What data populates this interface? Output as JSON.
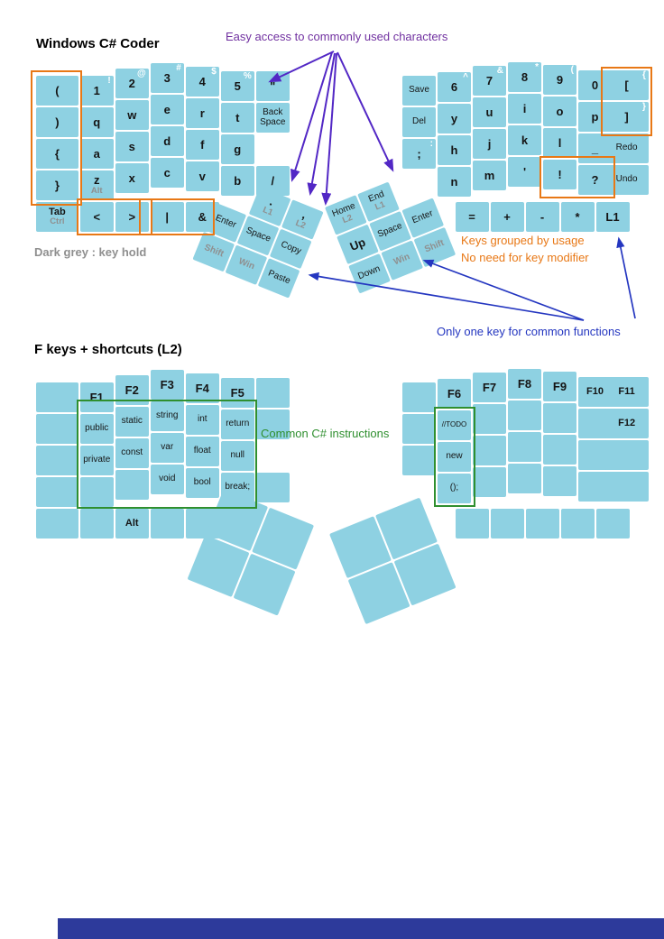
{
  "titles": {
    "main": "Windows C# Coder",
    "l2": "F keys + shortcuts (L2)"
  },
  "annotations": {
    "easy_access": "Easy access to commonly used characters",
    "dark_grey": "Dark grey : key hold",
    "grouped_usage": "Keys grouped by usage",
    "no_modifier": "No need for key modifier",
    "one_key": "Only one key for common functions",
    "common_cs": "Common C# instructions"
  },
  "colors": {
    "key_fill": "#8ed1e2",
    "hold_text": "#8f8f8f",
    "shift_char": "#ffffff",
    "purple": "#7030a0",
    "arrow_purple": "#5227c5",
    "blue": "#2436c0",
    "orange": "#e87816",
    "green": "#2f8f2f",
    "footer_bar": "#2d3a9b"
  },
  "sections": {
    "main_left": {
      "keys": [
        {
          "c": 0,
          "r": 0,
          "w": 1.25,
          "label": "("
        },
        {
          "c": 1.25,
          "r": 0,
          "label": "1",
          "sub": "!"
        },
        {
          "c": 2.25,
          "r": 0,
          "label": "2",
          "sub": "@"
        },
        {
          "c": 3.25,
          "r": 0,
          "label": "3",
          "sub": "#"
        },
        {
          "c": 4.25,
          "r": 0,
          "label": "4",
          "sub": "$"
        },
        {
          "c": 5.25,
          "r": 0,
          "label": "5",
          "sub": "%"
        },
        {
          "c": 6.25,
          "r": 0,
          "label": "\""
        },
        {
          "c": 0,
          "r": 1,
          "w": 1.25,
          "label": ")"
        },
        {
          "c": 1.25,
          "r": 1,
          "label": "q"
        },
        {
          "c": 2.25,
          "r": 1,
          "label": "w"
        },
        {
          "c": 3.25,
          "r": 1,
          "label": "e"
        },
        {
          "c": 4.25,
          "r": 1,
          "label": "r"
        },
        {
          "c": 5.25,
          "r": 1,
          "label": "t"
        },
        {
          "c": 6.25,
          "r": 1,
          "label": "Back Space"
        },
        {
          "c": 0,
          "r": 2,
          "w": 1.25,
          "label": "{"
        },
        {
          "c": 1.25,
          "r": 2,
          "label": "a"
        },
        {
          "c": 2.25,
          "r": 2,
          "label": "s"
        },
        {
          "c": 3.25,
          "r": 2,
          "label": "d"
        },
        {
          "c": 4.25,
          "r": 2,
          "label": "f"
        },
        {
          "c": 5.25,
          "r": 2,
          "label": "g"
        },
        {
          "c": 0,
          "r": 3,
          "w": 1.25,
          "label": "}"
        },
        {
          "c": 1.25,
          "r": 3,
          "label": "z",
          "hold": "Alt"
        },
        {
          "c": 2.25,
          "r": 3,
          "label": "x"
        },
        {
          "c": 3.25,
          "r": 3,
          "label": "c"
        },
        {
          "c": 4.25,
          "r": 3,
          "label": "v"
        },
        {
          "c": 5.25,
          "r": 3,
          "label": "b"
        },
        {
          "c": 6.25,
          "r": 3,
          "label": "/"
        },
        {
          "c": 0,
          "r": 4,
          "w": 1.25,
          "label": "Tab",
          "hold": "Ctrl",
          "bold": true,
          "f": 1
        },
        {
          "c": 1.25,
          "r": 4,
          "label": "<",
          "f": 1
        },
        {
          "c": 2.25,
          "r": 4,
          "label": ">",
          "f": 1
        },
        {
          "c": 3.25,
          "r": 4,
          "label": "|",
          "f": 1
        },
        {
          "c": 4.25,
          "r": 4,
          "label": "&",
          "f": 1
        }
      ]
    },
    "main_right": {
      "keys": [
        {
          "c": 0,
          "r": 0,
          "label": "Save"
        },
        {
          "c": 1,
          "r": 0,
          "label": "6",
          "sub": "^"
        },
        {
          "c": 2,
          "r": 0,
          "label": "7",
          "sub": "&"
        },
        {
          "c": 3,
          "r": 0,
          "label": "8",
          "sub": "*"
        },
        {
          "c": 4,
          "r": 0,
          "label": "9",
          "sub": "("
        },
        {
          "c": 5,
          "r": 0,
          "label": "0",
          "sub": ")"
        },
        {
          "c": 5.75,
          "r": 0,
          "w": 1.3,
          "label": "[",
          "sub": "{"
        },
        {
          "c": 0,
          "r": 1,
          "label": "Del"
        },
        {
          "c": 1,
          "r": 1,
          "label": "y"
        },
        {
          "c": 2,
          "r": 1,
          "label": "u"
        },
        {
          "c": 3,
          "r": 1,
          "label": "i"
        },
        {
          "c": 4,
          "r": 1,
          "label": "o"
        },
        {
          "c": 5,
          "r": 1,
          "label": "p"
        },
        {
          "c": 5.75,
          "r": 1,
          "w": 1.3,
          "label": "]",
          "sub": "}"
        },
        {
          "c": 0,
          "r": 2,
          "label": ";",
          "sub": ":"
        },
        {
          "c": 1,
          "r": 2,
          "label": "h"
        },
        {
          "c": 2,
          "r": 2,
          "label": "j"
        },
        {
          "c": 3,
          "r": 2,
          "label": "k"
        },
        {
          "c": 4,
          "r": 2,
          "label": "l"
        },
        {
          "c": 5,
          "r": 2,
          "label": "_"
        },
        {
          "c": 5.75,
          "r": 2,
          "w": 1.3,
          "label": "Redo"
        },
        {
          "c": 1,
          "r": 3,
          "label": "n"
        },
        {
          "c": 2,
          "r": 3,
          "label": "m"
        },
        {
          "c": 3,
          "r": 3,
          "label": "'"
        },
        {
          "c": 4,
          "r": 3,
          "label": "!"
        },
        {
          "c": 5,
          "r": 3,
          "label": "?"
        },
        {
          "c": 5.75,
          "r": 3,
          "w": 1.3,
          "label": "Undo"
        },
        {
          "c": 1.5,
          "r": 4,
          "label": "=",
          "f": 1
        },
        {
          "c": 2.5,
          "r": 4,
          "label": "+",
          "f": 1
        },
        {
          "c": 3.5,
          "r": 4,
          "label": "-",
          "f": 1
        },
        {
          "c": 4.5,
          "r": 4,
          "label": "*",
          "f": 1
        },
        {
          "c": 5.5,
          "r": 4,
          "label": "L1",
          "f": 1
        }
      ]
    },
    "thumb_left": {
      "keys": [
        {
          "c": 1,
          "r": 0,
          "label": ".",
          "hold": "L1"
        },
        {
          "c": 2,
          "r": 0,
          "label": ",",
          "hold": "L2"
        },
        {
          "c": 0,
          "r": 1,
          "label": "Enter"
        },
        {
          "c": 1,
          "r": 1,
          "label": "Space"
        },
        {
          "c": 2,
          "r": 1,
          "label": "Copy"
        },
        {
          "c": 0,
          "r": 2,
          "label": "Shift",
          "grey": true
        },
        {
          "c": 1,
          "r": 2,
          "label": "Win",
          "grey": true
        },
        {
          "c": 2,
          "r": 2,
          "label": "Paste"
        }
      ]
    },
    "thumb_right": {
      "keys": [
        {
          "c": 0,
          "r": 0,
          "label": "Home",
          "hold": "L2"
        },
        {
          "c": 1,
          "r": 0,
          "label": "End",
          "hold": "L1"
        },
        {
          "c": 0,
          "r": 1,
          "label": "Up"
        },
        {
          "c": 1,
          "r": 1,
          "label": "Space"
        },
        {
          "c": 2,
          "r": 1,
          "label": "Enter"
        },
        {
          "c": 0,
          "r": 2,
          "label": "Down"
        },
        {
          "c": 1,
          "r": 2,
          "label": "Win",
          "grey": true
        },
        {
          "c": 2,
          "r": 2,
          "label": "Shift",
          "grey": true
        }
      ]
    },
    "l2_left": {
      "keys": [
        {
          "c": 0,
          "r": 0,
          "w": 1.25
        },
        {
          "c": 1.25,
          "r": 0,
          "label": "F1",
          "bold": true
        },
        {
          "c": 2.25,
          "r": 0,
          "label": "F2",
          "bold": true
        },
        {
          "c": 3.25,
          "r": 0,
          "label": "F3",
          "bold": true
        },
        {
          "c": 4.25,
          "r": 0,
          "label": "F4",
          "bold": true
        },
        {
          "c": 5.25,
          "r": 0,
          "label": "F5",
          "bold": true
        },
        {
          "c": 6.25,
          "r": 0
        },
        {
          "c": 0,
          "r": 1,
          "w": 1.25
        },
        {
          "c": 1.25,
          "r": 1,
          "label": "public"
        },
        {
          "c": 2.25,
          "r": 1,
          "label": "static"
        },
        {
          "c": 3.25,
          "r": 1,
          "label": "string"
        },
        {
          "c": 4.25,
          "r": 1,
          "label": "int"
        },
        {
          "c": 5.25,
          "r": 1,
          "label": "return"
        },
        {
          "c": 6.25,
          "r": 1
        },
        {
          "c": 0,
          "r": 2,
          "w": 1.25
        },
        {
          "c": 1.25,
          "r": 2,
          "label": "private"
        },
        {
          "c": 2.25,
          "r": 2,
          "label": "const"
        },
        {
          "c": 3.25,
          "r": 2,
          "label": "var"
        },
        {
          "c": 4.25,
          "r": 2,
          "label": "float"
        },
        {
          "c": 5.25,
          "r": 2,
          "label": "null"
        },
        {
          "c": 0,
          "r": 3,
          "w": 1.25
        },
        {
          "c": 1.25,
          "r": 3
        },
        {
          "c": 2.25,
          "r": 3
        },
        {
          "c": 3.25,
          "r": 3,
          "label": "void"
        },
        {
          "c": 4.25,
          "r": 3,
          "label": "bool"
        },
        {
          "c": 5.25,
          "r": 3,
          "label": "break;"
        },
        {
          "c": 6.25,
          "r": 3
        },
        {
          "c": 0,
          "r": 4,
          "w": 1.25,
          "f": 1
        },
        {
          "c": 1.25,
          "r": 4,
          "f": 1
        },
        {
          "c": 2.25,
          "r": 4,
          "label": "Alt",
          "bold": true,
          "f": 1
        },
        {
          "c": 3.25,
          "r": 4,
          "f": 1
        },
        {
          "c": 4.25,
          "r": 4,
          "f": 1
        }
      ]
    },
    "l2_right": {
      "keys": [
        {
          "c": 0,
          "r": 0
        },
        {
          "c": 1,
          "r": 0,
          "label": "F6",
          "bold": true
        },
        {
          "c": 2,
          "r": 0,
          "label": "F7",
          "bold": true
        },
        {
          "c": 3,
          "r": 0,
          "label": "F8",
          "bold": true
        },
        {
          "c": 4,
          "r": 0,
          "label": "F9",
          "bold": true
        },
        {
          "c": 5,
          "r": 0,
          "label": "F10",
          "bold": true
        },
        {
          "c": 5.75,
          "r": 0,
          "w": 1.3,
          "label": "F11",
          "bold": true
        },
        {
          "c": 0,
          "r": 1
        },
        {
          "c": 1,
          "r": 1,
          "label": "//TODO",
          "fs": 8
        },
        {
          "c": 2,
          "r": 1
        },
        {
          "c": 3,
          "r": 1
        },
        {
          "c": 4,
          "r": 1
        },
        {
          "c": 5,
          "r": 1
        },
        {
          "c": 5.75,
          "r": 1,
          "w": 1.3,
          "label": "F12",
          "bold": true
        },
        {
          "c": 0,
          "r": 2
        },
        {
          "c": 1,
          "r": 2,
          "label": "new"
        },
        {
          "c": 2,
          "r": 2
        },
        {
          "c": 3,
          "r": 2
        },
        {
          "c": 4,
          "r": 2
        },
        {
          "c": 5,
          "r": 2
        },
        {
          "c": 5.75,
          "r": 2,
          "w": 1.3
        },
        {
          "c": 1,
          "r": 3,
          "label": "();"
        },
        {
          "c": 2,
          "r": 3
        },
        {
          "c": 3,
          "r": 3
        },
        {
          "c": 4,
          "r": 3
        },
        {
          "c": 5,
          "r": 3
        },
        {
          "c": 5.75,
          "r": 3,
          "w": 1.3
        },
        {
          "c": 1.5,
          "r": 4,
          "f": 1
        },
        {
          "c": 2.5,
          "r": 4,
          "f": 1
        },
        {
          "c": 3.5,
          "r": 4,
          "f": 1
        },
        {
          "c": 4.5,
          "r": 4,
          "f": 1
        },
        {
          "c": 5.5,
          "r": 4,
          "f": 1
        }
      ]
    },
    "l2_thumb_left": {
      "keys": [
        {
          "c": 0,
          "r": 0
        },
        {
          "c": 1,
          "r": 0
        },
        {
          "c": 0,
          "r": 1
        },
        {
          "c": 1,
          "r": 1
        }
      ]
    },
    "l2_thumb_right": {
      "keys": [
        {
          "c": 0,
          "r": 0
        },
        {
          "c": 1,
          "r": 0
        },
        {
          "c": 0,
          "r": 1
        },
        {
          "c": 1,
          "r": 1
        }
      ]
    }
  }
}
